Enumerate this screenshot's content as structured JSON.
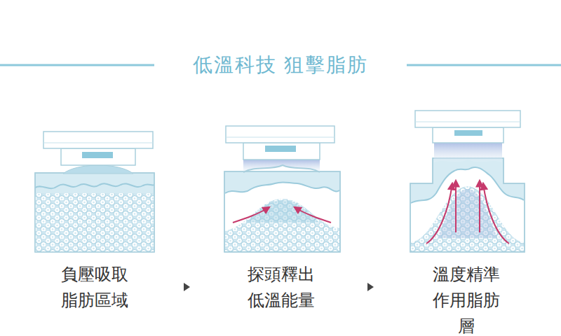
{
  "diagram": {
    "title": "低溫科技 狙擊脂肪",
    "labels": [
      "負壓吸取 脂肪區域",
      "探頭釋出 低溫能量",
      "溫度精準 作用脂肪層"
    ]
  }
}
